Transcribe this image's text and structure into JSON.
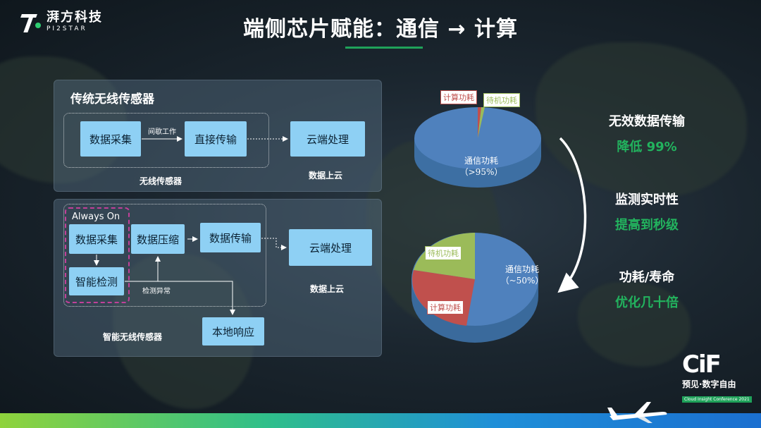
{
  "logo": {
    "cn": "湃方科技",
    "en": "PI2STAR"
  },
  "title": "端侧芯片赋能：通信 → 计算",
  "panel_top": {
    "title": "传统无线传感器",
    "box_collect": "数据采集",
    "arrow_label": "间歇工作",
    "box_transmit": "直接传输",
    "box_cloud": "云端处理",
    "caption_sensor": "无线传感器",
    "caption_cloud": "数据上云"
  },
  "panel_bottom": {
    "always_on": "Always On",
    "box_collect": "数据采集",
    "box_detect": "智能检测",
    "box_compress": "数据压缩",
    "box_transmit": "数据传输",
    "box_cloud": "云端处理",
    "box_local": "本地响应",
    "label_anomaly": "检测异常",
    "caption_cloud": "数据上云",
    "caption_sensor": "智能无线传感器"
  },
  "pie_top": {
    "label_compute": "计算功耗",
    "label_standby": "待机功耗",
    "label_comm": "通信功耗",
    "label_comm_pct": "（>95%）"
  },
  "pie_bottom": {
    "label_standby": "待机功耗",
    "label_comm": "通信功耗",
    "label_comm_pct": "（~50%）",
    "label_compute": "计算功耗"
  },
  "stats": [
    {
      "label": "无效数据传输",
      "value": "降低 99%"
    },
    {
      "label": "监测实时性",
      "value": "提高到秒级"
    },
    {
      "label": "功耗/寿命",
      "value": "优化几十倍"
    }
  ],
  "cif": {
    "logo": "CiF",
    "cn": "预见·数字自由",
    "en": "Cloud Insight Conference 2021"
  },
  "colors": {
    "accent_green": "#22b35e",
    "box_blue": "#8ed0f4",
    "pie_blue": "#4f81bd",
    "pie_red": "#c0504d",
    "pie_green": "#9bbb59"
  }
}
